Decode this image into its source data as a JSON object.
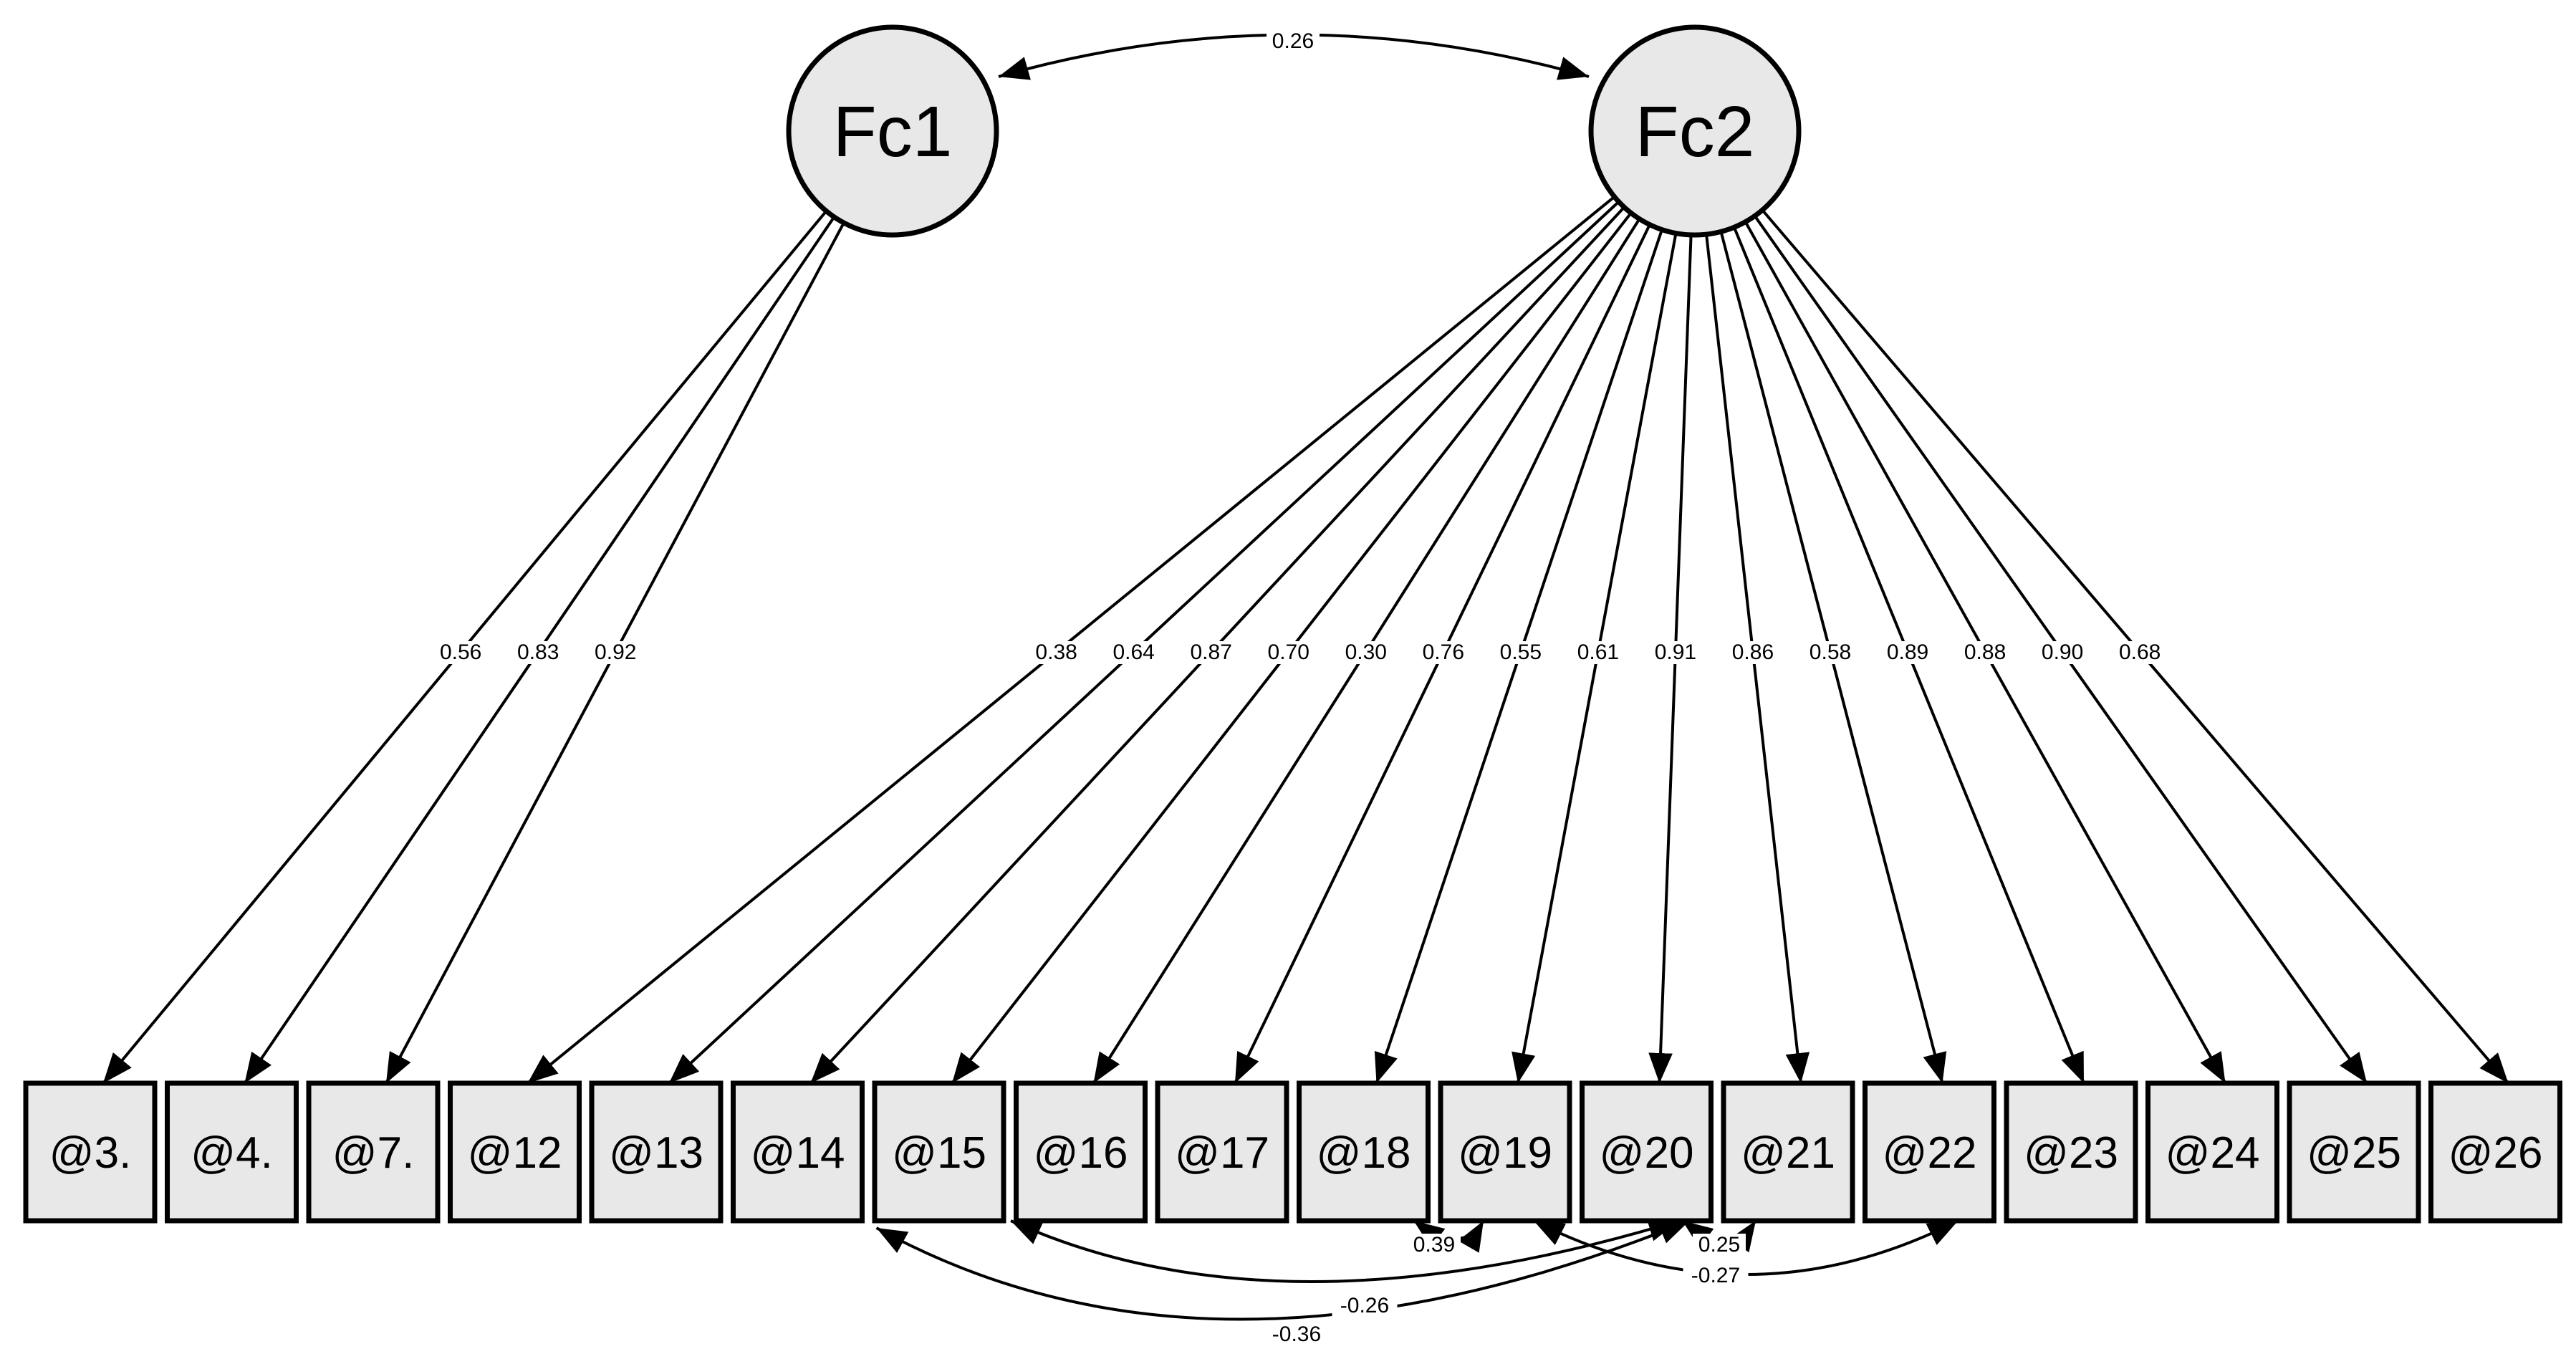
{
  "latents": [
    {
      "id": "Fc1",
      "label": "Fc1"
    },
    {
      "id": "Fc2",
      "label": "Fc2"
    }
  ],
  "observed": [
    {
      "id": "v3",
      "label": "@3."
    },
    {
      "id": "v4",
      "label": "@4."
    },
    {
      "id": "v7",
      "label": "@7."
    },
    {
      "id": "v12",
      "label": "@12"
    },
    {
      "id": "v13",
      "label": "@13"
    },
    {
      "id": "v14",
      "label": "@14"
    },
    {
      "id": "v15",
      "label": "@15"
    },
    {
      "id": "v16",
      "label": "@16"
    },
    {
      "id": "v17",
      "label": "@17"
    },
    {
      "id": "v18",
      "label": "@18"
    },
    {
      "id": "v19",
      "label": "@19"
    },
    {
      "id": "v20",
      "label": "@20"
    },
    {
      "id": "v21",
      "label": "@21"
    },
    {
      "id": "v22",
      "label": "@22"
    },
    {
      "id": "v23",
      "label": "@23"
    },
    {
      "id": "v24",
      "label": "@24"
    },
    {
      "id": "v25",
      "label": "@25"
    },
    {
      "id": "v26",
      "label": "@26"
    }
  ],
  "loadings": [
    {
      "from": "Fc1",
      "to": "v3",
      "value": "0.56"
    },
    {
      "from": "Fc1",
      "to": "v4",
      "value": "0.83"
    },
    {
      "from": "Fc1",
      "to": "v7",
      "value": "0.92"
    },
    {
      "from": "Fc2",
      "to": "v12",
      "value": "0.38"
    },
    {
      "from": "Fc2",
      "to": "v13",
      "value": "0.64"
    },
    {
      "from": "Fc2",
      "to": "v14",
      "value": "0.87"
    },
    {
      "from": "Fc2",
      "to": "v15",
      "value": "0.70"
    },
    {
      "from": "Fc2",
      "to": "v16",
      "value": "0.30"
    },
    {
      "from": "Fc2",
      "to": "v17",
      "value": "0.76"
    },
    {
      "from": "Fc2",
      "to": "v18",
      "value": "0.55"
    },
    {
      "from": "Fc2",
      "to": "v19",
      "value": "0.61"
    },
    {
      "from": "Fc2",
      "to": "v20",
      "value": "0.91"
    },
    {
      "from": "Fc2",
      "to": "v21",
      "value": "0.86"
    },
    {
      "from": "Fc2",
      "to": "v22",
      "value": "0.58"
    },
    {
      "from": "Fc2",
      "to": "v23",
      "value": "0.89"
    },
    {
      "from": "Fc2",
      "to": "v24",
      "value": "0.88"
    },
    {
      "from": "Fc2",
      "to": "v25",
      "value": "0.90"
    },
    {
      "from": "Fc2",
      "to": "v26",
      "value": "0.68"
    }
  ],
  "factor_covariance": {
    "from": "Fc1",
    "to": "Fc2",
    "value": "0.26"
  },
  "residual_covariances": [
    {
      "from": "v18",
      "to": "v19",
      "value": "0.39"
    },
    {
      "from": "v20",
      "to": "v21",
      "value": "0.25"
    },
    {
      "from": "v19",
      "to": "v22",
      "value": "-0.27"
    },
    {
      "from": "v15",
      "to": "v20",
      "value": "-0.26"
    },
    {
      "from": "v14",
      "to": "v20",
      "value": "-0.36"
    }
  ]
}
